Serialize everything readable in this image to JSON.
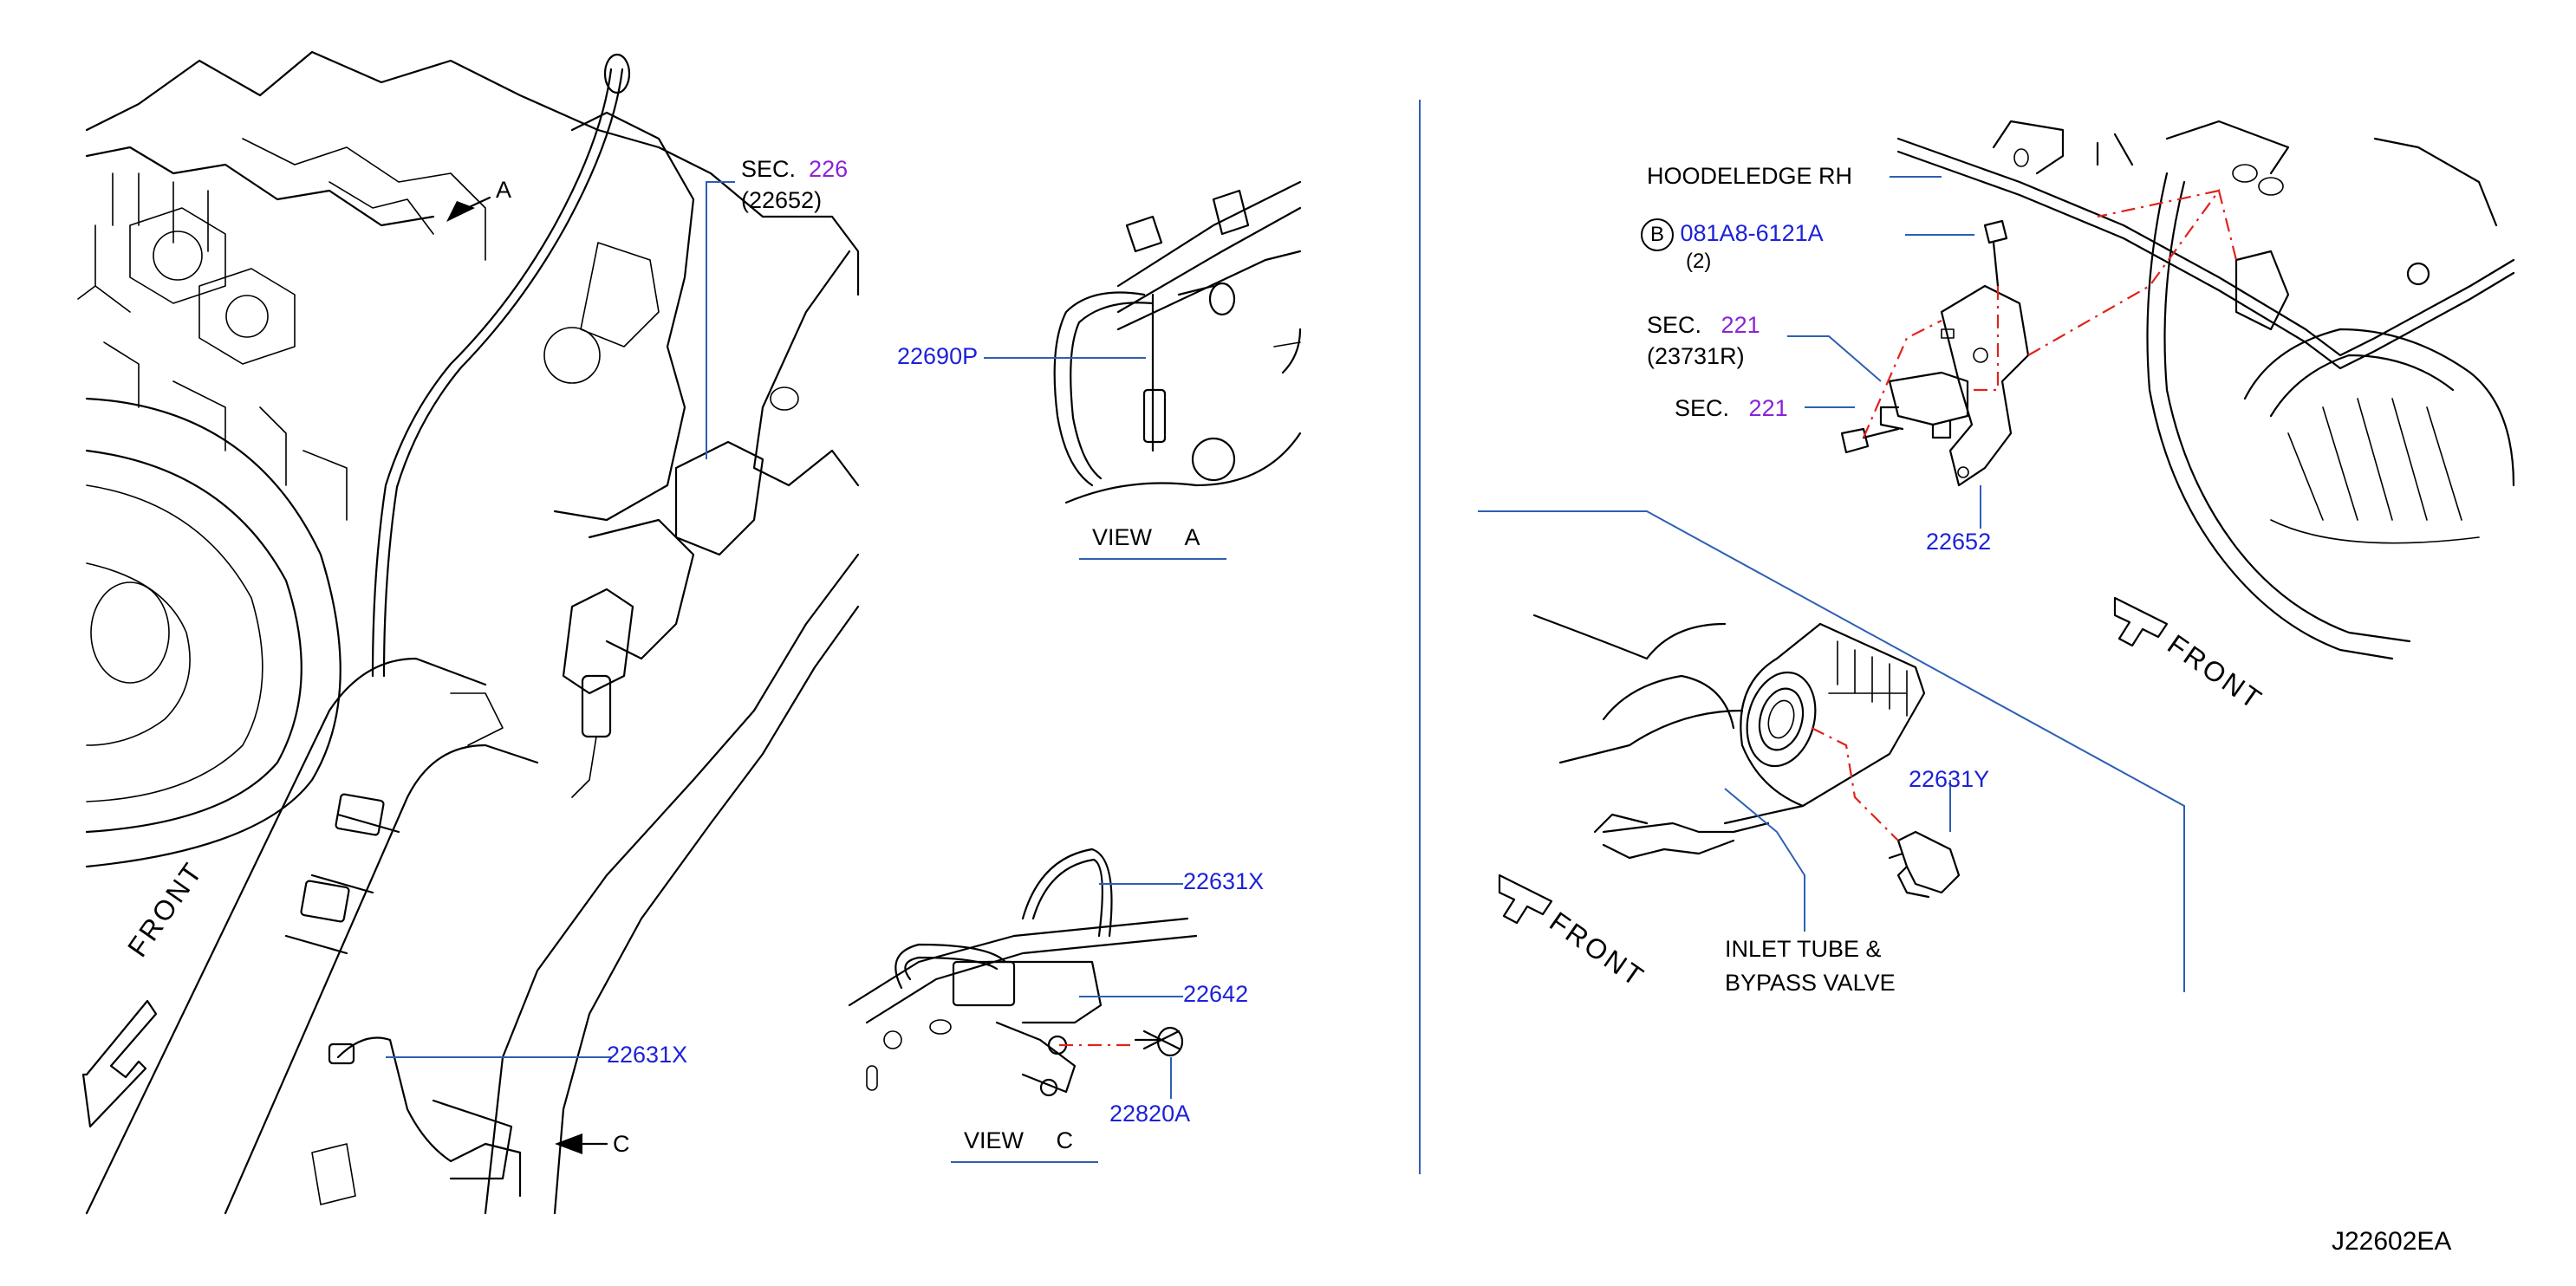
{
  "diagram_id": "J22602EA",
  "labels": {
    "sec_226": {
      "prefix": "SEC.",
      "num": "226",
      "part": "(22652)"
    },
    "view_a_arrow": "A",
    "view_c_arrow": "C",
    "front_left": "FRONT",
    "p_22631x_left": "22631X",
    "p_22690p": "22690P",
    "view_a": {
      "word": "VIEW",
      "letter": "A"
    },
    "p_22631x_c": "22631X",
    "p_22642": "22642",
    "p_22820a": "22820A",
    "view_c": {
      "word": "VIEW",
      "letter": "C"
    },
    "hoodledge": "HOODELEDGE   RH",
    "bolt": {
      "mark": "B",
      "part": "081A8-6121A",
      "qty": "(2)"
    },
    "sec_221_a": {
      "prefix": "SEC.",
      "num": "221",
      "part": "(23731R)"
    },
    "sec_221_b": {
      "prefix": "SEC.",
      "num": "221"
    },
    "p_22652": "22652",
    "front_right": "FRONT",
    "p_22631y": "22631Y",
    "inlet_1": "INLET   TUBE   &",
    "inlet_2": "BYPASS   VALVE",
    "front_bottom": "FRONT"
  },
  "colors": {
    "line": "#000000",
    "leader": "#2d5fb4",
    "part_number": "#1c22d8",
    "section_ref": "#8a22d6",
    "mating_line": "#e0231c"
  }
}
